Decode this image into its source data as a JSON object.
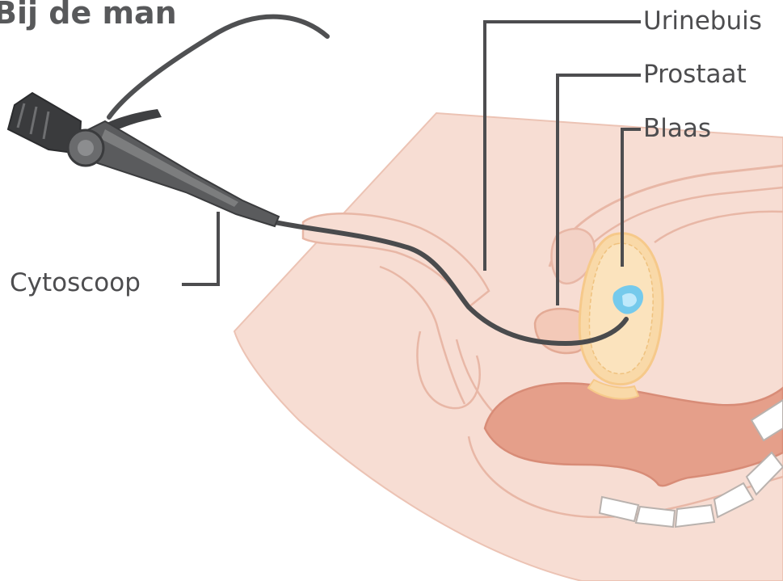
{
  "title": "Bij de man",
  "labels": {
    "urinebuis": "Urinebuis",
    "prostaat": "Prostaat",
    "blaas": "Blaas",
    "cytoscoop": "Cytoscoop"
  },
  "colors": {
    "skin": "#f7ddd3",
    "skin_outline": "#e8b7a6",
    "bladder": "#f9d9a8",
    "bladder_outline": "#f6c98a",
    "rectum": "#e59f8a",
    "instrument": "#555557",
    "leader_line": "#4d4d4f",
    "light": "#6ec8ee",
    "title": "#58595b"
  }
}
